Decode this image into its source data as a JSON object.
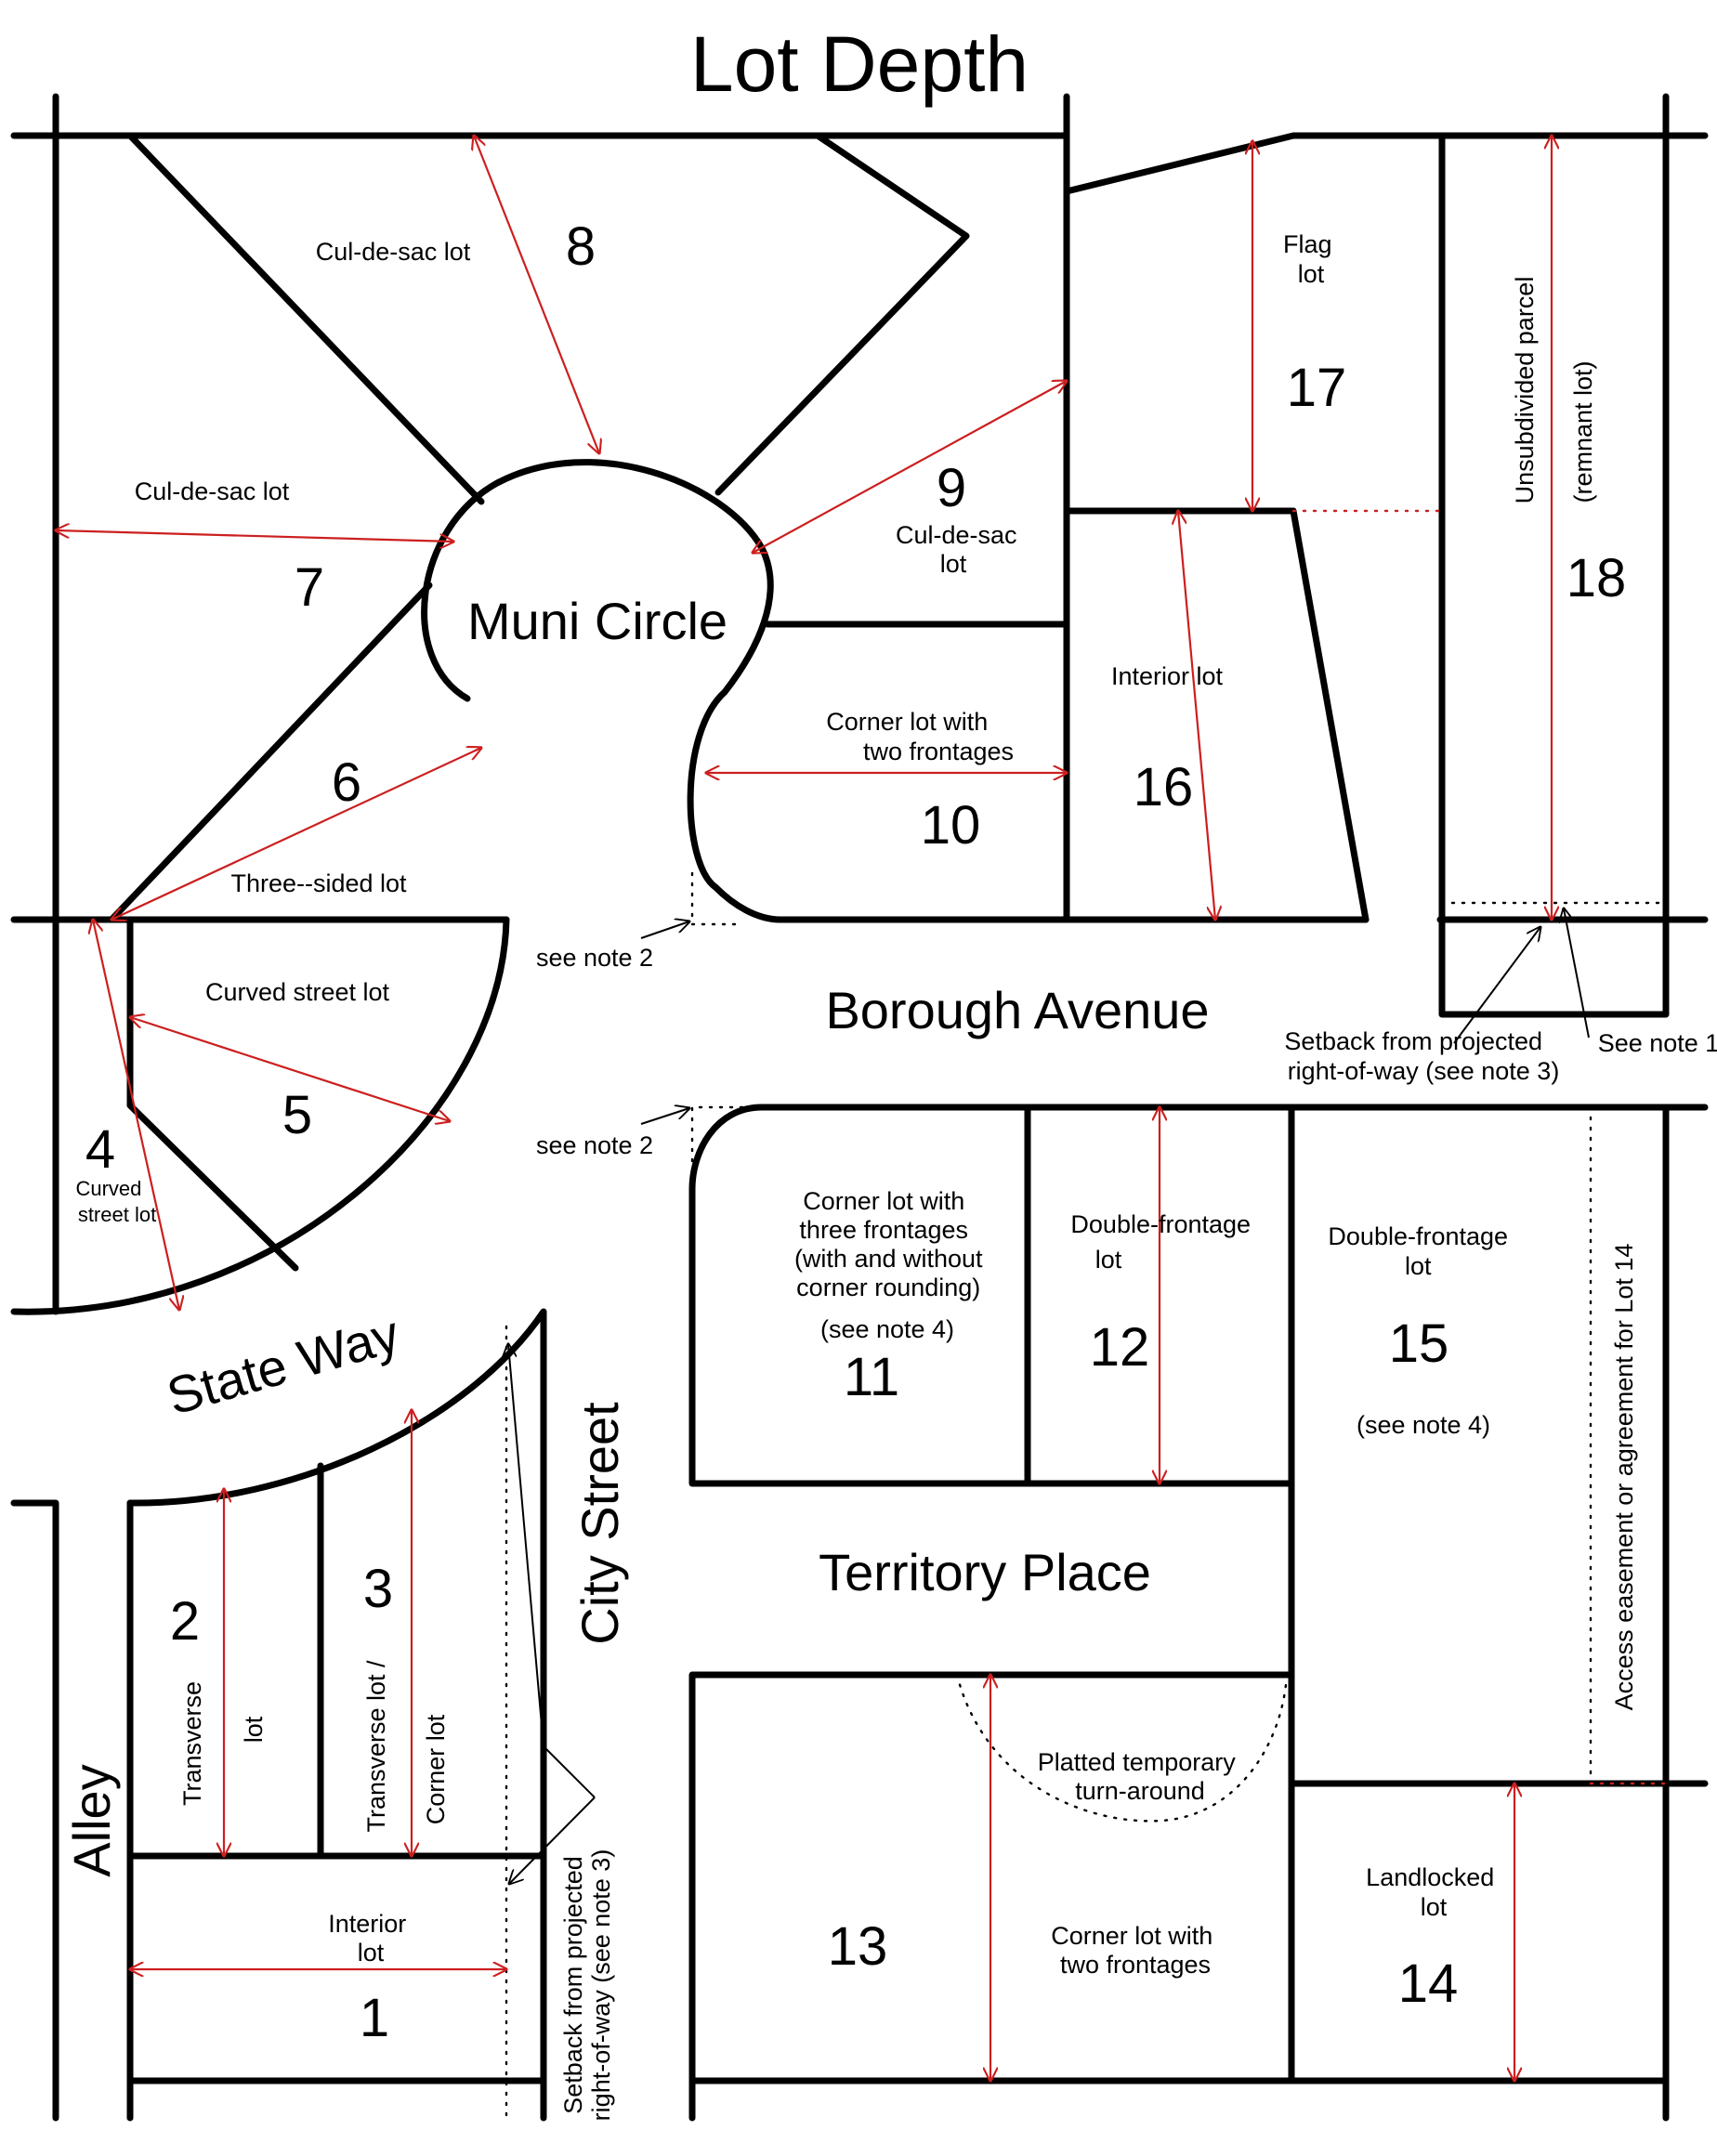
{
  "title": "Lot Depth",
  "center_label": "Muni Circle",
  "streets": {
    "borough_avenue": "Borough Avenue",
    "state_way": "State Way",
    "city_street": "City Street",
    "territory_place": "Territory Place",
    "alley": "Alley"
  },
  "lots": [
    {
      "number": "1",
      "label": [
        "Interior",
        "lot"
      ]
    },
    {
      "number": "2",
      "label": [
        "Transverse",
        "lot"
      ]
    },
    {
      "number": "3",
      "label": [
        "Transverse lot /",
        "Corner lot"
      ]
    },
    {
      "number": "4",
      "label": [
        "Curved",
        "street lot"
      ]
    },
    {
      "number": "5",
      "label": [
        "Curved  street  lot"
      ]
    },
    {
      "number": "6",
      "label": [
        "Three--sided  lot"
      ]
    },
    {
      "number": "7",
      "label": [
        "Cul-de-sac  lot"
      ]
    },
    {
      "number": "8",
      "label": [
        "Cul-de-sac lot"
      ]
    },
    {
      "number": "9",
      "label": [
        "Cul-de-sac",
        "lot"
      ]
    },
    {
      "number": "10",
      "label": [
        "Corner  lot  with",
        "two  frontages"
      ]
    },
    {
      "number": "11",
      "label": [
        "Corner lot with",
        "three frontages",
        "(with and without",
        "corner rounding)",
        "(see note 4)"
      ]
    },
    {
      "number": "12",
      "label": [
        "Double-frontage",
        "lot"
      ]
    },
    {
      "number": "13",
      "label": [
        "Corner  lot  with",
        "two  frontages"
      ]
    },
    {
      "number": "14",
      "label": [
        "Landlocked",
        "lot"
      ]
    },
    {
      "number": "15",
      "label": [
        "Double-frontage",
        "lot",
        "(see note 4)"
      ]
    },
    {
      "number": "16",
      "label": [
        "Interior  lot"
      ]
    },
    {
      "number": "17",
      "label": [
        "Flag",
        "lot"
      ]
    },
    {
      "number": "18",
      "label": [
        "Unsubdivided parcel",
        "(remnant lot)"
      ]
    }
  ],
  "notes": {
    "see_note_2": "see note 2",
    "see_note_1": "See note 1",
    "setback_right": [
      "Setback from projected",
      "right-of-way  (see note 3)"
    ],
    "setback_left": [
      "Setback from projected",
      "right-of-way (see note 3)"
    ],
    "turnaround": [
      "Platted temporary",
      "turn-around"
    ],
    "access_easement": "Access easement or agreement for Lot 14"
  },
  "colors": {
    "lines": "#000000",
    "dimension_arrows": "#cc1f1f"
  }
}
